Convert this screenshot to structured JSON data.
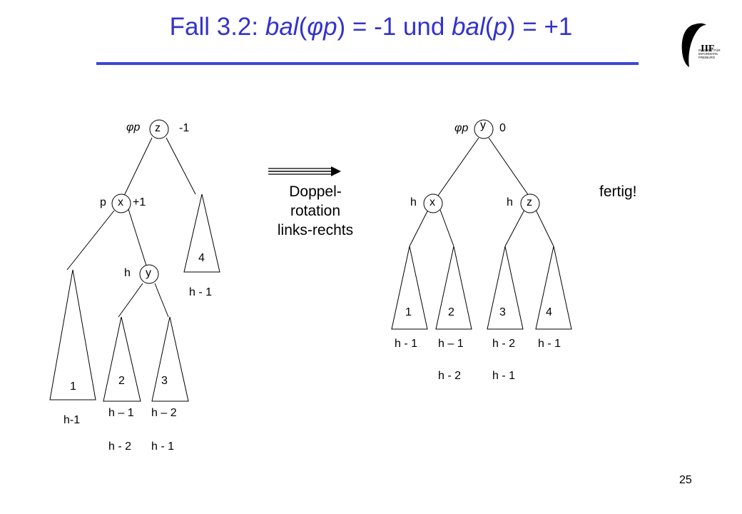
{
  "slide": {
    "title_prefix": "Fall 3.2: ",
    "title_bal1": "bal",
    "title_open1": "(",
    "title_phi_p": "φp",
    "title_mid1": ") = -1 und ",
    "title_bal2": "bal",
    "title_open2": "(",
    "title_p": "p",
    "title_end": ") = +1",
    "page_number": "25"
  },
  "logo": {
    "icon": "iif-logo-icon",
    "letters": "IIF",
    "text": "INSTITUT FÜR\nINFORMATIK\nFREIBURG"
  },
  "caption": {
    "line1": "Doppel-",
    "line2": "rotation",
    "line3": "links-rechts"
  },
  "fertig": "fertig!",
  "left_tree": {
    "z": "z",
    "z_label": "φp",
    "z_balance": "-1",
    "x": "x",
    "x_label": "p",
    "x_balance": "+1",
    "y": "y",
    "y_label": "h",
    "t1": "1",
    "t2": "2",
    "t3": "3",
    "t4": "4",
    "t1_h": "h-1",
    "t2_h_a": "h – 1",
    "t2_h_b": "h - 2",
    "t3_h_a": "h – 2",
    "t3_h_b": "h - 1",
    "t4_h": "h - 1"
  },
  "right_tree": {
    "y": "y",
    "y_label": "φp",
    "y_balance": "0",
    "x": "x",
    "x_label": "h",
    "z": "z",
    "z_label": "h",
    "t1": "1",
    "t2": "2",
    "t3": "3",
    "t4": "4",
    "t1_h": "h - 1",
    "t2_h_a": "h – 1",
    "t2_h_b": "h - 2",
    "t3_h_a": "h - 2",
    "t3_h_b": "h - 1",
    "t4_h": "h - 1"
  }
}
